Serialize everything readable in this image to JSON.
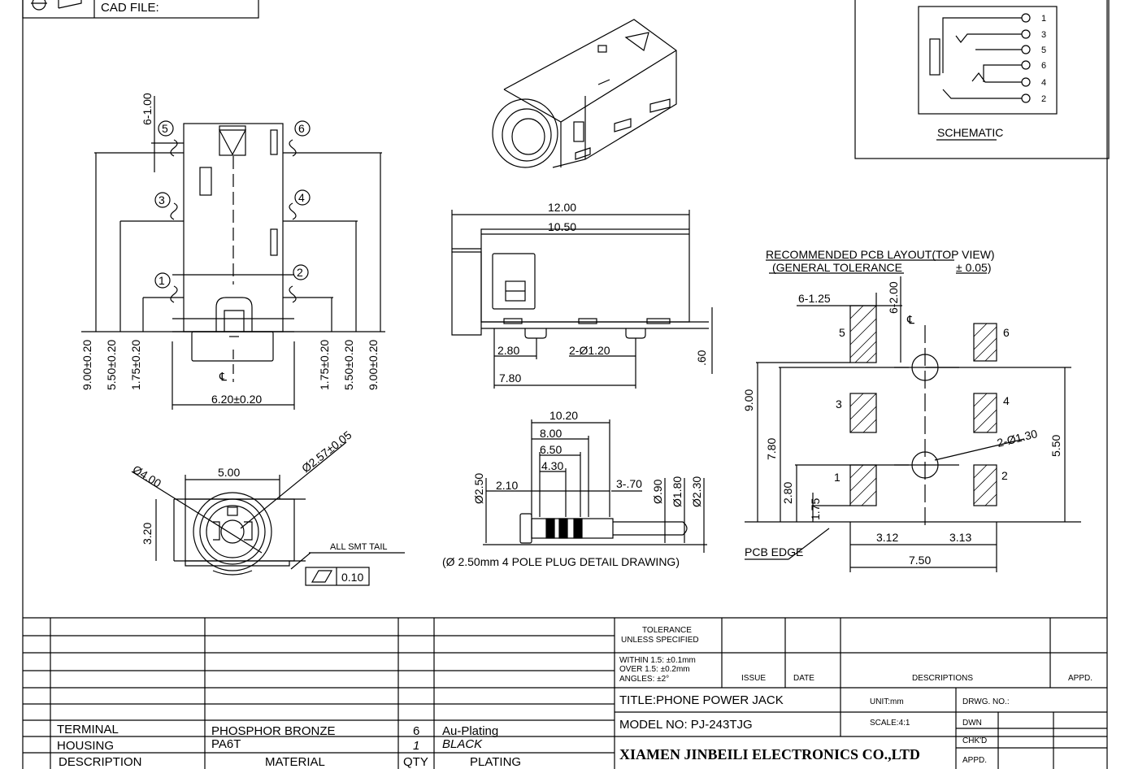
{
  "header": {
    "cad_label": "CAD FILE:"
  },
  "schematic": {
    "label": "SCHEMATIC",
    "pins": [
      "1",
      "3",
      "5",
      "6",
      "4",
      "2"
    ]
  },
  "front_view": {
    "pitch": "6-1.00",
    "pins": [
      "5",
      "6",
      "3",
      "4",
      "1",
      "2"
    ],
    "dims_left": [
      "9.00±0.20",
      "5.50±0.20",
      "1.75±0.20"
    ],
    "dims_right": [
      "1.75±0.20",
      "5.50±0.20",
      "9.00±0.20"
    ],
    "width": "6.20±0.20",
    "centerline": "℄"
  },
  "side_view": {
    "overall": "12.00",
    "body": "10.50",
    "d1": "2.80",
    "holes": "2-Ø1.20",
    "d2": "7.80",
    "height": ".60"
  },
  "end_view": {
    "phi_outer": "Ø4.00",
    "width": "5.00",
    "phi_inner": "Ø2.57±0.05",
    "height": "3.20",
    "smt_note": "ALL SMT TAIL",
    "flatness": "0.10"
  },
  "plug": {
    "d1": "10.20",
    "d2": "8.00",
    "d3": "6.50",
    "d4": "4.30",
    "phi_left": "Ø2.50",
    "tip": "2.10",
    "rings": "3-.70",
    "phi_a": "Ø.90",
    "phi_b": "Ø1.80",
    "phi_c": "Ø2.30",
    "caption": "(Ø 2.50mm 4 POLE PLUG DETAIL DRAWING)"
  },
  "pcb": {
    "title1": "RECOMMENDED PCB LAYOUT(TOP VIEW)",
    "title2": "(GENERAL TOLERANCE",
    "title3": "± 0.05)",
    "pad_width": "6-1.25",
    "pad_height": "6-2.00",
    "centerline": "℄",
    "pads": [
      "5",
      "6",
      "3",
      "4",
      "1",
      "2"
    ],
    "holes": "2-Ø1.30",
    "h900": "9.00",
    "h780": "7.80",
    "h280": "2.80",
    "h175": "1.75",
    "h550": "5.50",
    "w312": "3.12",
    "w313": "3.13",
    "w750": "7.50",
    "edge": "PCB EDGE"
  },
  "title_block": {
    "tolerance_hdr": "TOLERANCE",
    "tolerance_hdr2": "UNLESS SPECIFIED",
    "tol1": "WITHIN 1.5: ±0.1mm",
    "tol2": "OVER 1.5:  ±0.2mm",
    "tol3": "ANGLES: ±2°",
    "issue": "ISSUE",
    "date": "DATE",
    "descriptions": "DESCRIPTIONS",
    "appd": "APPD.",
    "title": "TITLE:PHONE POWER JACK",
    "unit": "UNIT:mm",
    "drwg": "DRWG. NO.:",
    "model": "MODEL NO: PJ-243TJG",
    "scale": "SCALE:4:1",
    "dwn": "DWN",
    "chkd": "CHK'D",
    "appd2": "APPD.",
    "company": "XIAMEN JINBEILI ELECTRONICS CO.,LTD",
    "bom": [
      {
        "desc": "TERMINAL",
        "material": "PHOSPHOR BRONZE",
        "qty": "6",
        "plating": "Au-Plating"
      },
      {
        "desc": "HOUSING",
        "material": "PA6T",
        "qty": "1",
        "plating": "BLACK"
      }
    ],
    "bom_hdr": {
      "desc": "DESCRIPTION",
      "material": "MATERIAL",
      "qty": "QTY",
      "plating": "PLATING"
    }
  }
}
